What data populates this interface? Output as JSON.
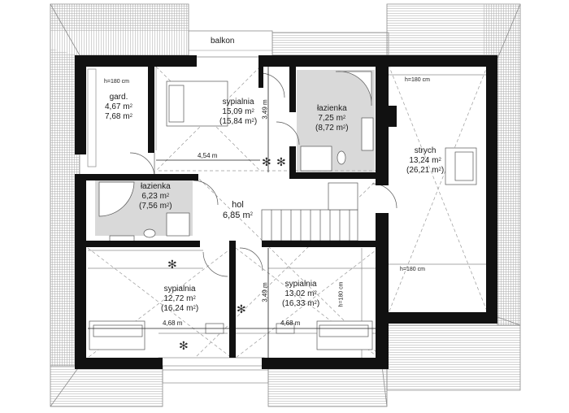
{
  "plan": {
    "balcony": "balkon",
    "rooms": [
      {
        "id": "garderoba",
        "name": "gard.",
        "area": "4,67 m",
        "area_total": "7,68 m"
      },
      {
        "id": "sypialnia_top",
        "name": "sypialnia",
        "area": "15,09 m",
        "area_total": "(15,84 m"
      },
      {
        "id": "lazienka_top",
        "name": "łazienka",
        "area": "7,25 m",
        "area_total": "(8,72 m"
      },
      {
        "id": "strych",
        "name": "strych",
        "area": "13,24 m",
        "area_total": "(26,21 m"
      },
      {
        "id": "lazienka_left",
        "name": "łazienka",
        "area": "6,23 m",
        "area_total": "(7,56 m"
      },
      {
        "id": "hol",
        "name": "hol",
        "area": "6,85 m"
      },
      {
        "id": "sypialnia_bl",
        "name": "sypialnia",
        "area": "12,72 m",
        "area_total": "(16,24 m"
      },
      {
        "id": "sypialnia_br",
        "name": "sypialnia",
        "area": "13,02 m",
        "area_total": "(16,33 m"
      }
    ],
    "sup2": "2",
    "close_paren": ")",
    "heights": {
      "garderoba": "h=180 cm",
      "strych_top": "h=180 cm",
      "strych_bottom": "h=180 cm",
      "bedroom_right": "h=180 cm"
    },
    "dimensions": {
      "top_width": "4,54 m",
      "top_depth": "3,49 m",
      "bottom_depth": "3,49 m",
      "bottom_left_width": "4,68 m",
      "bottom_right_width": "4,68 m"
    },
    "colors": {
      "wall": "#111111",
      "bathroom_floor": "#d9d9d9",
      "roof_line": "#8c8c8c",
      "diagonal": "#9a9a9a"
    }
  }
}
